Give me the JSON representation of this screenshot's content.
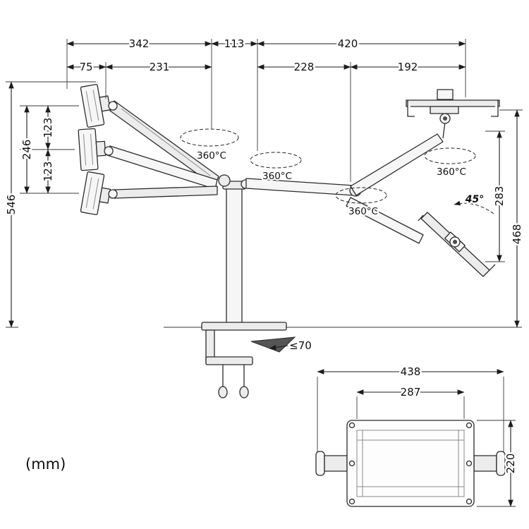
{
  "units_label": "(mm)",
  "dimensions": {
    "top_left_span": "342",
    "top_center_span": "113",
    "top_right_span": "420",
    "upper_left_offset": "75",
    "upper_left_arm": "231",
    "right_arm_first": "228",
    "right_arm_second": "192",
    "left_gap_upper": "123",
    "left_gap_total": "246",
    "left_gap_lower": "123",
    "left_total_height": "546",
    "right_drop": "283",
    "right_height": "468",
    "tray_outer_width": "438",
    "tray_inner_width": "287",
    "tray_depth": "220"
  },
  "annotations": {
    "rotation_1": "360°C",
    "rotation_2": "360°C",
    "rotation_3": "360°C",
    "rotation_4": "360°C",
    "tilt_angle": "45°",
    "desk_thickness_max": "≤70"
  }
}
